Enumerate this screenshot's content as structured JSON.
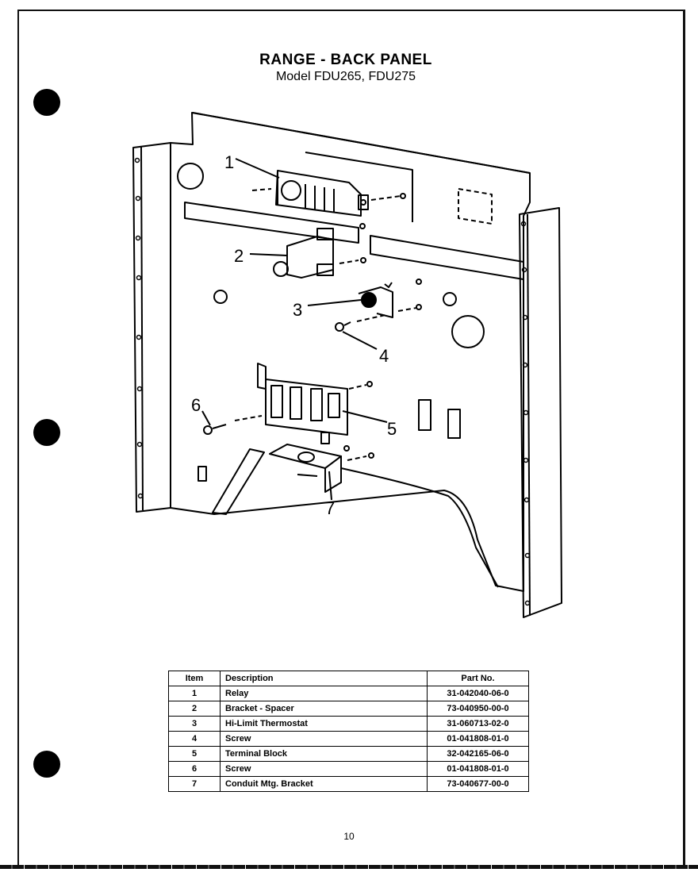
{
  "header": {
    "title": "RANGE - BACK PANEL",
    "subtitle": "Model FDU265, FDU275"
  },
  "callouts": [
    "1",
    "2",
    "3",
    "4",
    "5",
    "6",
    "7"
  ],
  "parts_table": {
    "headers": {
      "item": "Item",
      "description": "Description",
      "part_no": "Part No."
    },
    "rows": [
      {
        "item": "1",
        "description": "Relay",
        "part_no": "31-042040-06-0"
      },
      {
        "item": "2",
        "description": "Bracket - Spacer",
        "part_no": "73-040950-00-0"
      },
      {
        "item": "3",
        "description": "Hi-Limit Thermostat",
        "part_no": "31-060713-02-0"
      },
      {
        "item": "4",
        "description": "Screw",
        "part_no": "01-041808-01-0"
      },
      {
        "item": "5",
        "description": "Terminal Block",
        "part_no": "32-042165-06-0"
      },
      {
        "item": "6",
        "description": "Screw",
        "part_no": "01-041808-01-0"
      },
      {
        "item": "7",
        "description": "Conduit Mtg. Bracket",
        "part_no": "73-040677-00-0"
      }
    ]
  },
  "footer": {
    "page_number": "10"
  }
}
